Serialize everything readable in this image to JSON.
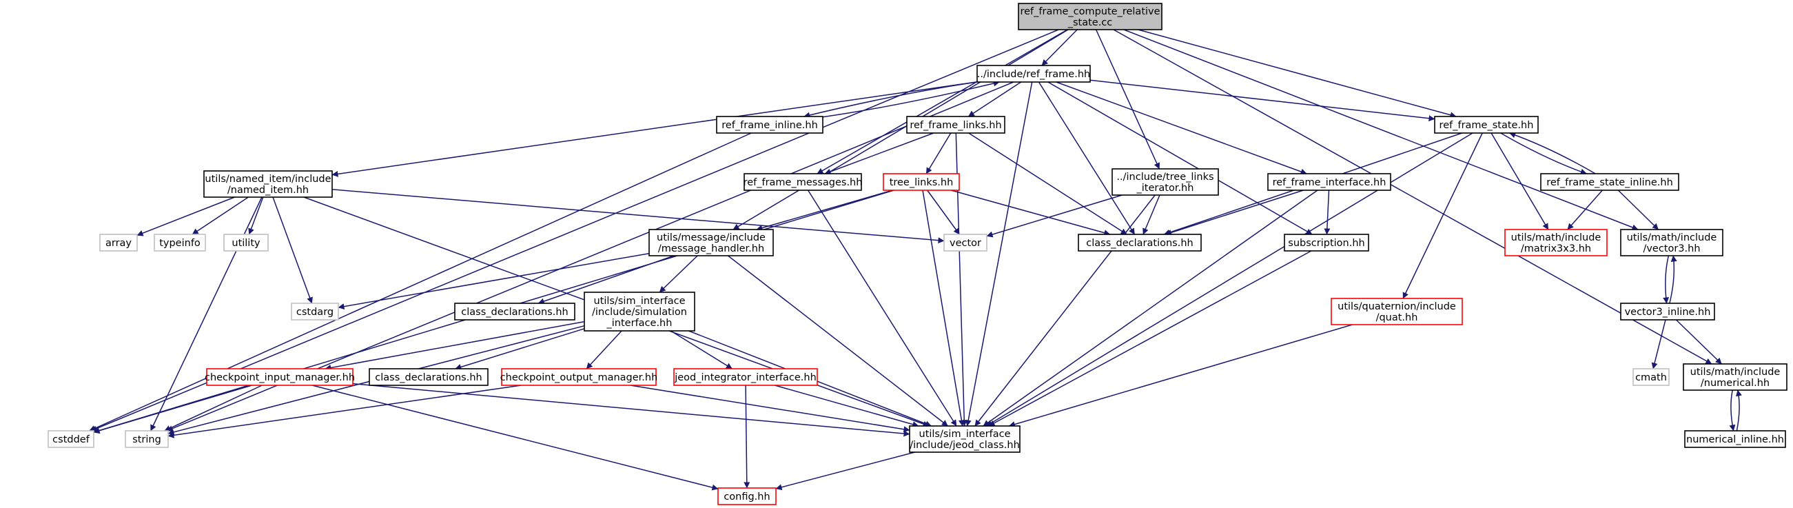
{
  "colors": {
    "edge": "#191970",
    "root_fill": "#bfbfbf",
    "box_border": "#000000",
    "missing_border": "#ff0000",
    "system_border": "#bfbfbf",
    "label": "#000000"
  },
  "nodes": [
    {
      "id": "root",
      "kind": "root",
      "lines": [
        "ref_frame_compute_relative",
        "_state.cc"
      ]
    },
    {
      "id": "ref_frame_hh",
      "kind": "normal",
      "lines": [
        "../include/ref_frame.hh"
      ]
    },
    {
      "id": "ref_frame_inline",
      "kind": "normal",
      "lines": [
        "ref_frame_inline.hh"
      ]
    },
    {
      "id": "ref_frame_links",
      "kind": "normal",
      "lines": [
        "ref_frame_links.hh"
      ]
    },
    {
      "id": "ref_frame_state",
      "kind": "normal",
      "lines": [
        "ref_frame_state.hh"
      ]
    },
    {
      "id": "named_item",
      "kind": "normal",
      "lines": [
        "utils/named_item/include",
        "/named_item.hh"
      ]
    },
    {
      "id": "ref_frame_messages",
      "kind": "normal",
      "lines": [
        "ref_frame_messages.hh"
      ]
    },
    {
      "id": "tree_links",
      "kind": "missing",
      "lines": [
        "tree_links.hh"
      ]
    },
    {
      "id": "tree_links_iter",
      "kind": "normal",
      "lines": [
        "../include/tree_links",
        "_iterator.hh"
      ]
    },
    {
      "id": "ref_frame_interface",
      "kind": "normal",
      "lines": [
        "ref_frame_interface.hh"
      ]
    },
    {
      "id": "ref_frame_state_inline",
      "kind": "normal",
      "lines": [
        "ref_frame_state_inline.hh"
      ]
    },
    {
      "id": "array",
      "kind": "system",
      "lines": [
        "array"
      ]
    },
    {
      "id": "typeinfo",
      "kind": "system",
      "lines": [
        "typeinfo"
      ]
    },
    {
      "id": "utility",
      "kind": "system",
      "lines": [
        "utility"
      ]
    },
    {
      "id": "message_handler",
      "kind": "normal",
      "lines": [
        "utils/message/include",
        "/message_handler.hh"
      ]
    },
    {
      "id": "vector",
      "kind": "system",
      "lines": [
        "vector"
      ]
    },
    {
      "id": "class_decl_1",
      "kind": "normal",
      "lines": [
        "class_declarations.hh"
      ]
    },
    {
      "id": "subscription",
      "kind": "normal",
      "lines": [
        "subscription.hh"
      ]
    },
    {
      "id": "matrix3x3",
      "kind": "missing",
      "lines": [
        "utils/math/include",
        "/matrix3x3.hh"
      ]
    },
    {
      "id": "vector3",
      "kind": "normal",
      "lines": [
        "utils/math/include",
        "/vector3.hh"
      ]
    },
    {
      "id": "cstdarg",
      "kind": "system",
      "lines": [
        "cstdarg"
      ]
    },
    {
      "id": "class_decl_2",
      "kind": "normal",
      "lines": [
        "class_declarations.hh"
      ]
    },
    {
      "id": "sim_interface",
      "kind": "normal",
      "lines": [
        "utils/sim_interface",
        "/include/simulation",
        "_interface.hh"
      ]
    },
    {
      "id": "quat",
      "kind": "missing",
      "lines": [
        "utils/quaternion/include",
        "/quat.hh"
      ]
    },
    {
      "id": "vector3_inline",
      "kind": "normal",
      "lines": [
        "vector3_inline.hh"
      ]
    },
    {
      "id": "checkpoint_input",
      "kind": "missing",
      "lines": [
        "checkpoint_input_manager.hh"
      ]
    },
    {
      "id": "class_decl_3",
      "kind": "normal",
      "lines": [
        "class_declarations.hh"
      ]
    },
    {
      "id": "checkpoint_output",
      "kind": "missing",
      "lines": [
        "checkpoint_output_manager.hh"
      ]
    },
    {
      "id": "jeod_integrator",
      "kind": "missing",
      "lines": [
        "jeod_integrator_interface.hh"
      ]
    },
    {
      "id": "cmath",
      "kind": "system",
      "lines": [
        "cmath"
      ]
    },
    {
      "id": "numerical",
      "kind": "normal",
      "lines": [
        "utils/math/include",
        "/numerical.hh"
      ]
    },
    {
      "id": "cstddef",
      "kind": "system",
      "lines": [
        "cstddef"
      ]
    },
    {
      "id": "string",
      "kind": "system",
      "lines": [
        "string"
      ]
    },
    {
      "id": "jeod_class",
      "kind": "normal",
      "lines": [
        "utils/sim_interface",
        "/include/jeod_class.hh"
      ]
    },
    {
      "id": "numerical_inline",
      "kind": "normal",
      "lines": [
        "numerical_inline.hh"
      ]
    },
    {
      "id": "config",
      "kind": "missing",
      "lines": [
        "config.hh"
      ]
    }
  ],
  "edges": [
    [
      "root",
      "ref_frame_hh"
    ],
    [
      "root",
      "ref_frame_state"
    ],
    [
      "root",
      "ref_frame_messages"
    ],
    [
      "root",
      "message_handler"
    ],
    [
      "root",
      "tree_links_iter"
    ],
    [
      "root",
      "vector3"
    ],
    [
      "root",
      "numerical"
    ],
    [
      "root",
      "cstddef"
    ],
    [
      "ref_frame_hh",
      "ref_frame_inline"
    ],
    [
      "ref_frame_hh",
      "ref_frame_links"
    ],
    [
      "ref_frame_hh",
      "ref_frame_state"
    ],
    [
      "ref_frame_hh",
      "named_item"
    ],
    [
      "ref_frame_hh",
      "ref_frame_interface"
    ],
    [
      "ref_frame_hh",
      "class_decl_1"
    ],
    [
      "ref_frame_hh",
      "subscription"
    ],
    [
      "ref_frame_hh",
      "jeod_class"
    ],
    [
      "ref_frame_hh",
      "string"
    ],
    [
      "ref_frame_inline",
      "ref_frame_hh"
    ],
    [
      "ref_frame_inline",
      "cstddef"
    ],
    [
      "ref_frame_links",
      "ref_frame_messages"
    ],
    [
      "ref_frame_links",
      "tree_links"
    ],
    [
      "ref_frame_links",
      "class_decl_1"
    ],
    [
      "ref_frame_links",
      "jeod_class"
    ],
    [
      "ref_frame_state",
      "class_decl_1"
    ],
    [
      "ref_frame_state",
      "ref_frame_state_inline"
    ],
    [
      "ref_frame_state",
      "matrix3x3"
    ],
    [
      "ref_frame_state",
      "quat"
    ],
    [
      "ref_frame_state",
      "jeod_class"
    ],
    [
      "ref_frame_state_inline",
      "ref_frame_state"
    ],
    [
      "ref_frame_state_inline",
      "matrix3x3"
    ],
    [
      "ref_frame_state_inline",
      "vector3"
    ],
    [
      "named_item",
      "array"
    ],
    [
      "named_item",
      "typeinfo"
    ],
    [
      "named_item",
      "utility"
    ],
    [
      "named_item",
      "cstdarg"
    ],
    [
      "named_item",
      "string"
    ],
    [
      "named_item",
      "vector"
    ],
    [
      "named_item",
      "jeod_class"
    ],
    [
      "ref_frame_messages",
      "jeod_class"
    ],
    [
      "tree_links",
      "message_handler"
    ],
    [
      "tree_links",
      "vector"
    ],
    [
      "tree_links",
      "class_decl_1"
    ],
    [
      "tree_links",
      "jeod_class"
    ],
    [
      "tree_links",
      "cstddef"
    ],
    [
      "tree_links_iter",
      "vector"
    ],
    [
      "tree_links_iter",
      "class_decl_1"
    ],
    [
      "tree_links_iter",
      "jeod_class"
    ],
    [
      "ref_frame_interface",
      "class_decl_1"
    ],
    [
      "ref_frame_interface",
      "subscription"
    ],
    [
      "ref_frame_interface",
      "jeod_class"
    ],
    [
      "subscription",
      "jeod_class"
    ],
    [
      "message_handler",
      "cstdarg"
    ],
    [
      "message_handler",
      "class_decl_2"
    ],
    [
      "message_handler",
      "sim_interface"
    ],
    [
      "message_handler",
      "jeod_class"
    ],
    [
      "sim_interface",
      "checkpoint_input"
    ],
    [
      "sim_interface",
      "class_decl_3"
    ],
    [
      "sim_interface",
      "checkpoint_output"
    ],
    [
      "sim_interface",
      "jeod_integrator"
    ],
    [
      "sim_interface",
      "string"
    ],
    [
      "sim_interface",
      "jeod_class"
    ],
    [
      "checkpoint_input",
      "cstddef"
    ],
    [
      "checkpoint_input",
      "string"
    ],
    [
      "checkpoint_input",
      "jeod_class"
    ],
    [
      "checkpoint_input",
      "config"
    ],
    [
      "checkpoint_output",
      "string"
    ],
    [
      "checkpoint_output",
      "jeod_class"
    ],
    [
      "jeod_integrator",
      "jeod_class"
    ],
    [
      "jeod_integrator",
      "config"
    ],
    [
      "jeod_class",
      "config"
    ],
    [
      "quat",
      "jeod_class"
    ],
    [
      "vector3",
      "vector3_inline"
    ],
    [
      "vector3_inline",
      "vector3"
    ],
    [
      "vector3_inline",
      "cmath"
    ],
    [
      "vector3_inline",
      "numerical"
    ],
    [
      "numerical",
      "numerical_inline"
    ],
    [
      "numerical_inline",
      "numerical"
    ]
  ]
}
